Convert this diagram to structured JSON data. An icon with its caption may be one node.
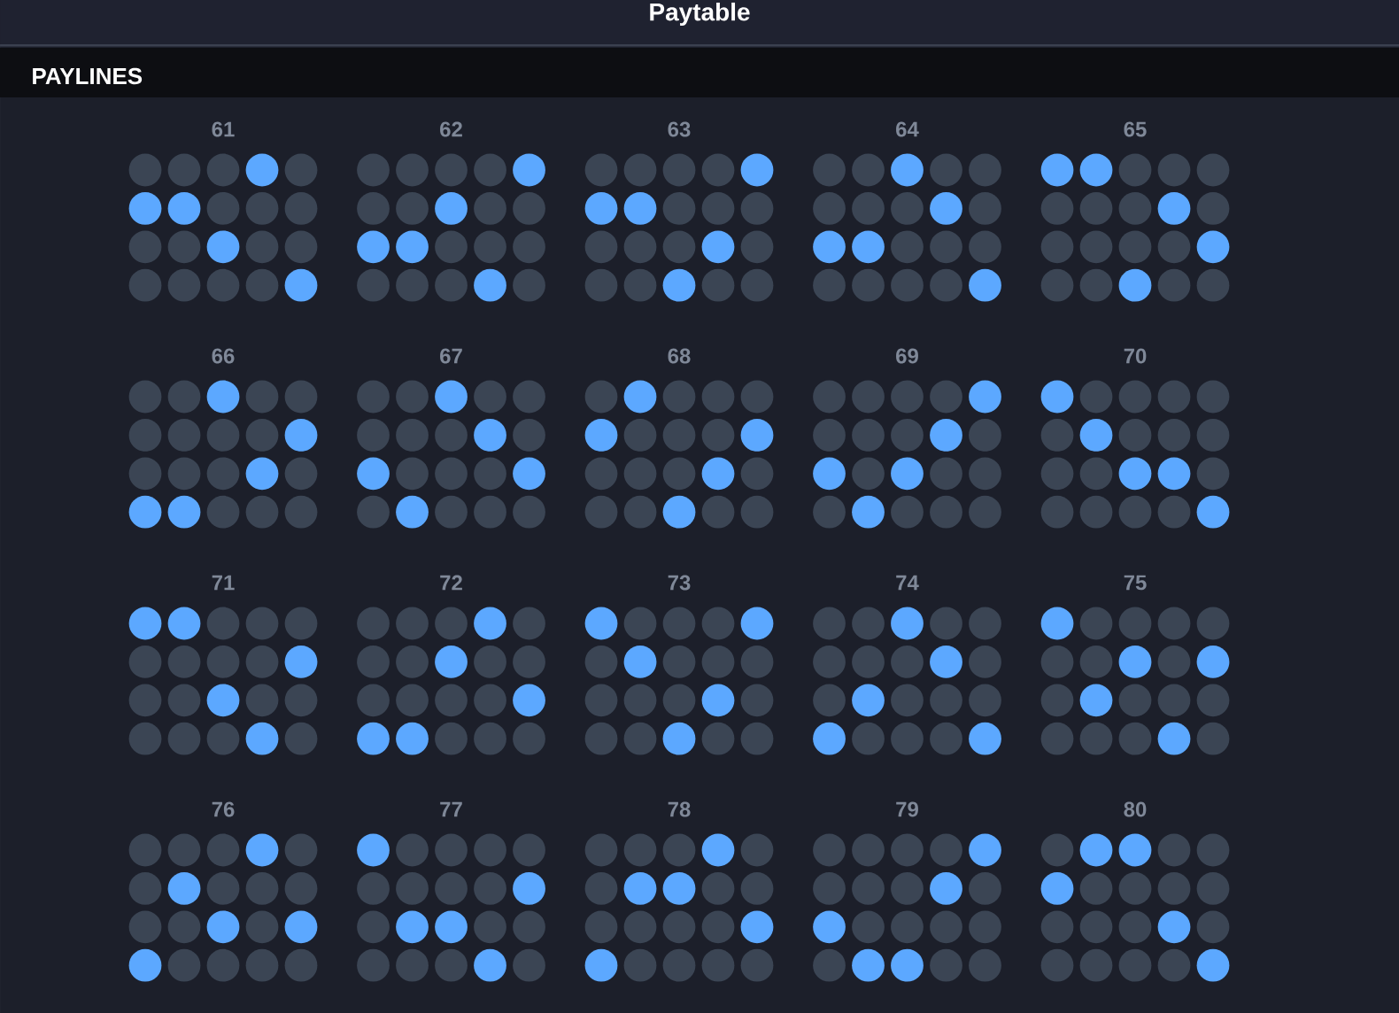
{
  "diagram": {
    "title": "Paytable",
    "nodes": [
      {
        "text": [
          "61"
        ]
      },
      {
        "text": [
          "62"
        ]
      },
      {
        "text": [
          "63"
        ]
      },
      {
        "text": [
          "64"
        ]
      },
      {
        "text": [
          "65"
        ]
      },
      {
        "text": [
          "66"
        ]
      },
      {
        "text": [
          "67"
        ]
      },
      {
        "text": [
          "68"
        ]
      },
      {
        "text": [
          "69"
        ]
      },
      {
        "text": [
          "70"
        ]
      },
      {
        "text": [
          "71"
        ]
      },
      {
        "text": [
          "72"
        ]
      },
      {
        "text": [
          "73"
        ]
      },
      {
        "text": [
          "74"
        ]
      },
      {
        "text": [
          "75"
        ]
      },
      {
        "text": [
          "76"
        ]
      },
      {
        "text": [
          "77"
        ]
      },
      {
        "text": [
          "78"
        ]
      },
      {
        "text": [
          "79"
        ]
      },
      {
        "text": [
          "80"
        ]
      }
    ],
    "labels": [
      "PAYLINES"
    ]
  }
}
